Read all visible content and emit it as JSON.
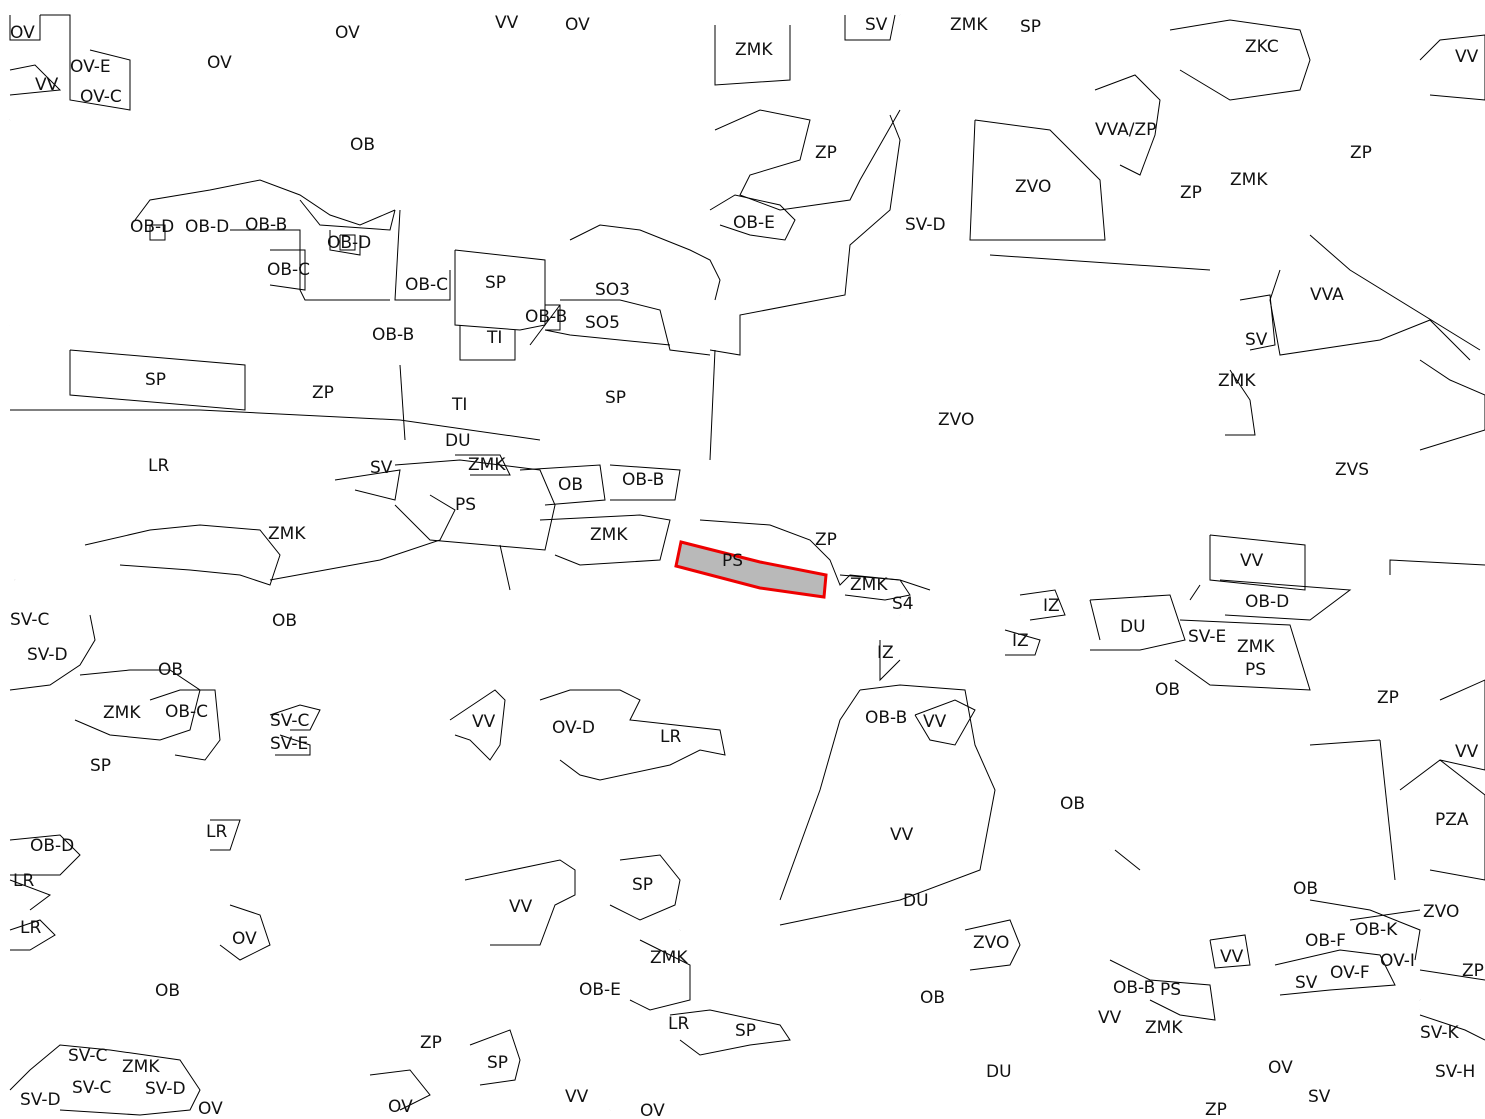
{
  "map": {
    "selected_parcel_label": "PS",
    "selected_fill_color": "#b9b9b9",
    "selected_stroke_color": "#ee0000",
    "line_color": "#000000",
    "background_color": "#ffffff"
  },
  "labels": [
    {
      "text": "OV"
    },
    {
      "text": "OV"
    },
    {
      "text": "VV"
    },
    {
      "text": "OV"
    },
    {
      "text": "OV-E"
    },
    {
      "text": "VV"
    },
    {
      "text": "OV-C"
    },
    {
      "text": "OV"
    },
    {
      "text": "ZMK"
    },
    {
      "text": "SV"
    },
    {
      "text": "ZMK"
    },
    {
      "text": "SP"
    },
    {
      "text": "ZKC"
    },
    {
      "text": "VV"
    },
    {
      "text": "OB"
    },
    {
      "text": "ZP"
    },
    {
      "text": "VVA/ZP"
    },
    {
      "text": "ZP"
    },
    {
      "text": "ZVO"
    },
    {
      "text": "ZMK"
    },
    {
      "text": "ZP"
    },
    {
      "text": "OB-D"
    },
    {
      "text": "OB-D"
    },
    {
      "text": "OB-B"
    },
    {
      "text": "OB-D"
    },
    {
      "text": "OB-E"
    },
    {
      "text": "SV-D"
    },
    {
      "text": "OB-C"
    },
    {
      "text": "OB-C"
    },
    {
      "text": "SP"
    },
    {
      "text": "SO3"
    },
    {
      "text": "VVA"
    },
    {
      "text": "OB-B"
    },
    {
      "text": "SO5"
    },
    {
      "text": "OB-B"
    },
    {
      "text": "TI"
    },
    {
      "text": "SV"
    },
    {
      "text": "SP"
    },
    {
      "text": "ZP"
    },
    {
      "text": "TI"
    },
    {
      "text": "SP"
    },
    {
      "text": "ZMK"
    },
    {
      "text": "ZVO"
    },
    {
      "text": "DU"
    },
    {
      "text": "LR"
    },
    {
      "text": "SV"
    },
    {
      "text": "ZMK"
    },
    {
      "text": "OB"
    },
    {
      "text": "OB-B"
    },
    {
      "text": "ZVS"
    },
    {
      "text": "PS"
    },
    {
      "text": "ZMK"
    },
    {
      "text": "ZMK"
    },
    {
      "text": "ZP"
    },
    {
      "text": "VV"
    },
    {
      "text": "ZMK"
    },
    {
      "text": "S4"
    },
    {
      "text": "IZ"
    },
    {
      "text": "OB-D"
    },
    {
      "text": "SV-C"
    },
    {
      "text": "OB"
    },
    {
      "text": "DU"
    },
    {
      "text": "IZ"
    },
    {
      "text": "SV-E"
    },
    {
      "text": "ZMK"
    },
    {
      "text": "SV-D"
    },
    {
      "text": "IZ"
    },
    {
      "text": "PS"
    },
    {
      "text": "OB"
    },
    {
      "text": "OB"
    },
    {
      "text": "ZP"
    },
    {
      "text": "ZMK"
    },
    {
      "text": "OB-C"
    },
    {
      "text": "SV-C"
    },
    {
      "text": "VV"
    },
    {
      "text": "OV-D"
    },
    {
      "text": "OB-B"
    },
    {
      "text": "VV"
    },
    {
      "text": "LR"
    },
    {
      "text": "SV-E"
    },
    {
      "text": "VV"
    },
    {
      "text": "SP"
    },
    {
      "text": "OB"
    },
    {
      "text": "PZA"
    },
    {
      "text": "LR"
    },
    {
      "text": "OB-D"
    },
    {
      "text": "VV"
    },
    {
      "text": "LR"
    },
    {
      "text": "SP"
    },
    {
      "text": "OB"
    },
    {
      "text": "DU"
    },
    {
      "text": "VV"
    },
    {
      "text": "ZVO"
    },
    {
      "text": "LR"
    },
    {
      "text": "OV"
    },
    {
      "text": "ZVO"
    },
    {
      "text": "OB-F"
    },
    {
      "text": "OB-K"
    },
    {
      "text": "VV"
    },
    {
      "text": "ZMK"
    },
    {
      "text": "OB"
    },
    {
      "text": "OB-E"
    },
    {
      "text": "OB"
    },
    {
      "text": "SV"
    },
    {
      "text": "OV-F"
    },
    {
      "text": "OV-I"
    },
    {
      "text": "ZP"
    },
    {
      "text": "OB-B"
    },
    {
      "text": "PS"
    },
    {
      "text": "LR"
    },
    {
      "text": "SP"
    },
    {
      "text": "VV"
    },
    {
      "text": "ZMK"
    },
    {
      "text": "SV-K"
    },
    {
      "text": "ZP"
    },
    {
      "text": "SP"
    },
    {
      "text": "SV-C"
    },
    {
      "text": "ZMK"
    },
    {
      "text": "SV-D"
    },
    {
      "text": "SV-C"
    },
    {
      "text": "SV-D"
    },
    {
      "text": "OV"
    },
    {
      "text": "OV"
    },
    {
      "text": "VV"
    },
    {
      "text": "OV"
    },
    {
      "text": "DU"
    },
    {
      "text": "OV"
    },
    {
      "text": "SV-H"
    },
    {
      "text": "ZP"
    },
    {
      "text": "SV"
    }
  ]
}
